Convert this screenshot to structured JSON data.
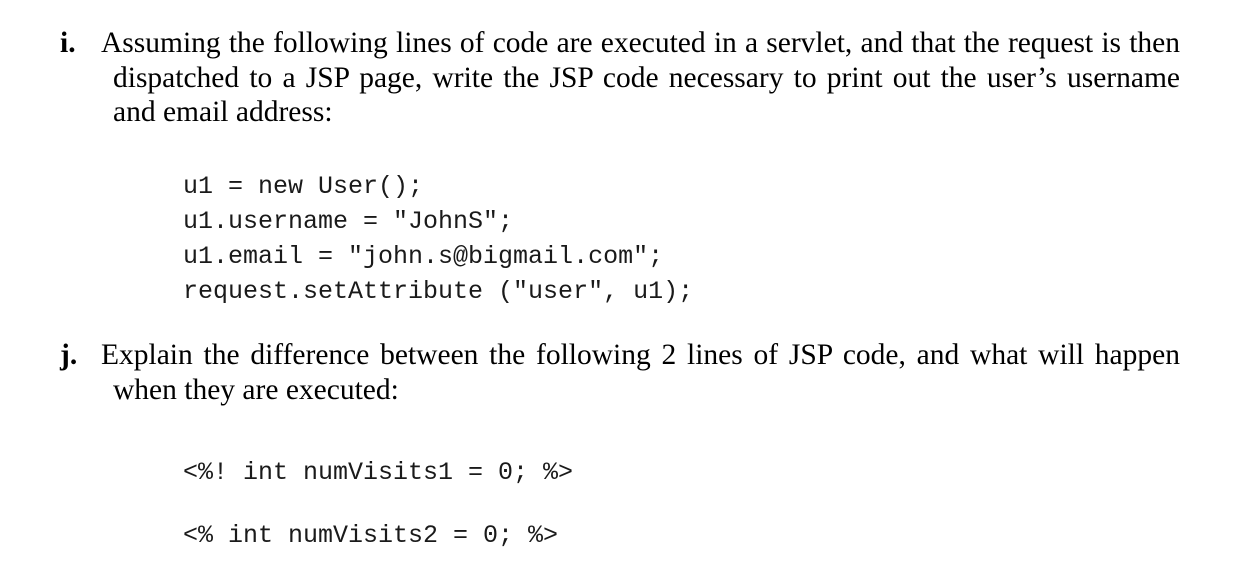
{
  "questions": [
    {
      "letter": "i.",
      "text": "Assuming the following lines of code are executed in a servlet, and that the request is then dispatched to a JSP page, write the JSP code necessary to print out the user’s username and email address:",
      "code": [
        "u1 = new User();",
        "u1.username = \"JohnS\";",
        "u1.email = \"john.s@bigmail.com\";",
        "request.setAttribute (\"user\", u1);"
      ]
    },
    {
      "letter": "j.",
      "text": "Explain the difference between the following 2 lines of JSP code, and what will happen when they are executed:",
      "code": [
        "<%! int numVisits1 = 0; %>",
        "<% int numVisits2 = 0; %>"
      ]
    }
  ]
}
